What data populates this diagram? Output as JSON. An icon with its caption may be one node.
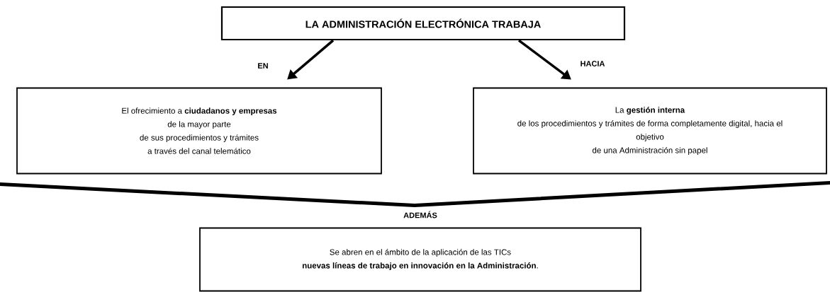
{
  "diagram": {
    "nodes": [
      {
        "text": [
          "LA ADMINISTRACIÓN ELECTRÓNICA TRABAJA"
        ]
      },
      {
        "text": [
          "El ofrecimiento a **ciudadanos y empresas**",
          "de la mayor parte",
          "de sus procedimientos y trámites",
          "a través del canal telemático"
        ]
      },
      {
        "text": [
          "La **gestión interna**",
          "de los procedimientos y trámites de forma completamente digital, hacia el objetivo",
          "de una Administración sin papel"
        ]
      },
      {
        "text": [
          "Se abren en el ámbito de la aplicación de las TICs",
          "**nuevas líneas de trabajo en innovación en la Administración**."
        ],
        "beside": [
          "ADEMÁS"
        ]
      }
    ],
    "edges": [
      {
        "from": 0,
        "to": 1,
        "arrow": "to",
        "label": "EN"
      },
      {
        "from": 0,
        "to": 2,
        "arrow": "to",
        "label": "HACIA"
      }
    ]
  }
}
